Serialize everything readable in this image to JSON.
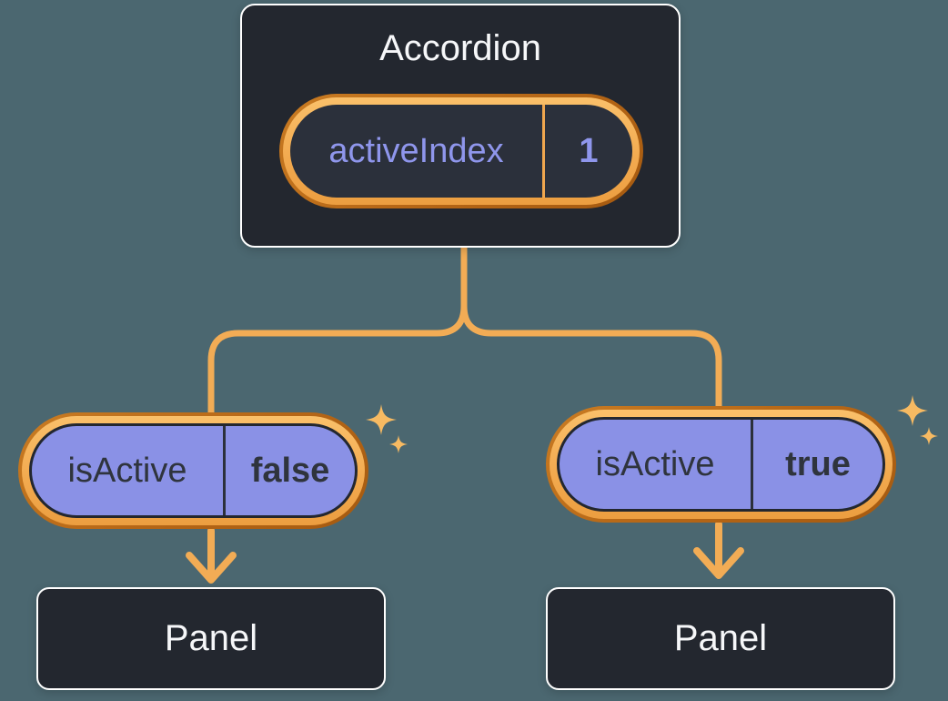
{
  "accordion": {
    "title": "Accordion",
    "state_pill": {
      "label": "activeIndex",
      "value": "1"
    }
  },
  "children": [
    {
      "pill": {
        "label": "isActive",
        "value": "false"
      },
      "panel_label": "Panel"
    },
    {
      "pill": {
        "label": "isActive",
        "value": "true"
      },
      "panel_label": "Panel"
    }
  ],
  "icons": {
    "sparkles": "sparkle-icon",
    "arrows": "arrow-down-icon"
  },
  "colors": {
    "background": "#4B6770",
    "card_background": "#23272F",
    "card_border": "#FFFFFF",
    "pill_fill_purple": "#8A91E6",
    "pill_ring_outer_orange": "#B56616",
    "pill_ring_inner_orange": "#F2A94E",
    "connector_orange": "#F2AC55",
    "sparkle_orange": "#F7BA62",
    "purple_text": "#8F96EC",
    "dark_text": "#2F343D",
    "light_text": "#F6F7F9"
  }
}
